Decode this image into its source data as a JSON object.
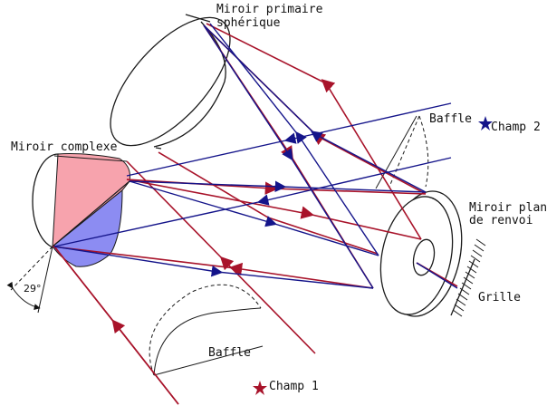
{
  "colors": {
    "ray_red": "#a8132a",
    "ray_blue": "#14148a",
    "mirror_pink": "#f7a3ad",
    "mirror_blue": "#8c8cf2",
    "line": "#1a1a1a"
  },
  "labels": {
    "primary_mirror_line1": "Miroir primaire",
    "primary_mirror_line2": "sphérique",
    "complex_mirror": "Miroir complexe",
    "fold_mirror_line1": "Miroir plan",
    "fold_mirror_line2": "de renvoi",
    "baffle_top": "Baffle",
    "baffle_bottom": "Baffle",
    "grating": "Grille",
    "angle": "29°",
    "field_1": "Champ 1",
    "field_2": "Champ 2"
  },
  "icons": {
    "field_1_marker": "red-star-icon",
    "field_2_marker": "blue-star-icon"
  }
}
